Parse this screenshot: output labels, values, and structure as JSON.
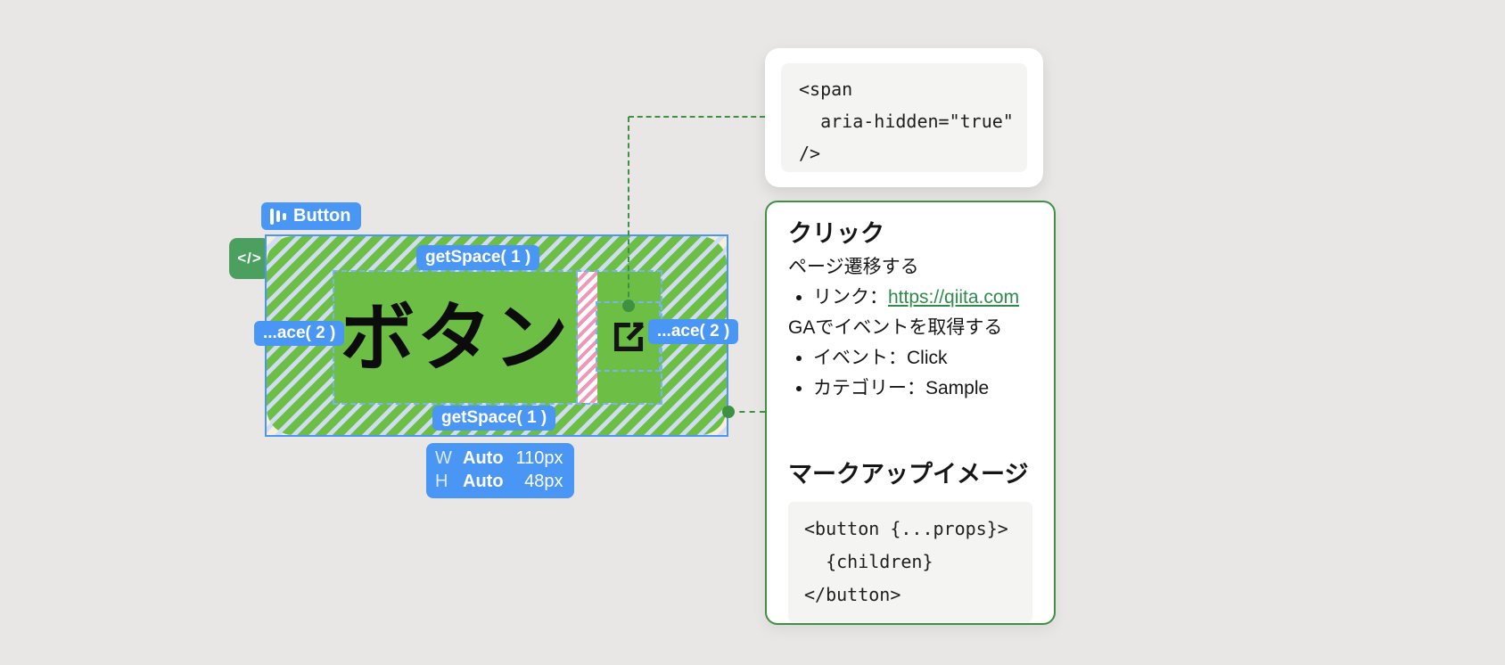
{
  "canvas": {
    "background": "#e8e7e5"
  },
  "inspector": {
    "tag": {
      "label": "Button"
    },
    "code_badge": {
      "icon_text": "</>"
    },
    "preview": {
      "text": "ボタン"
    },
    "spacing": {
      "top": "getSpace( 1 )",
      "bottom": "getSpace( 1 )",
      "left": "...ace( 2 )",
      "right": "...ace( 2 )"
    },
    "size": {
      "rows": [
        {
          "dim": "W",
          "mode": "Auto",
          "value": "110px"
        },
        {
          "dim": "H",
          "mode": "Auto",
          "value": "48px"
        }
      ]
    }
  },
  "code_tooltip": {
    "lines": [
      "<span",
      "  aria-hidden=\"true\"",
      "/>"
    ]
  },
  "spec_card": {
    "click_title": "クリック",
    "p_navigate": "ページ遷移する",
    "bullet_link_label": "リンク：",
    "bullet_link_url": "https://qiita.com",
    "p_ga": "GAでイベントを取得する",
    "bullet_event": "イベント：Click",
    "bullet_category": "カテゴリー：Sample",
    "markup_title": "マークアップイメージ",
    "code_lines": [
      "<button {...props}>",
      "  {children}",
      "</button>"
    ]
  },
  "colors": {
    "accent_blue": "#4a96f5",
    "solid_green": "#6cbe44",
    "connector_green": "#3f9142",
    "badge_green": "#4ba05f",
    "gap_pink": "#f096b8",
    "link_green": "#2e8b4b"
  }
}
